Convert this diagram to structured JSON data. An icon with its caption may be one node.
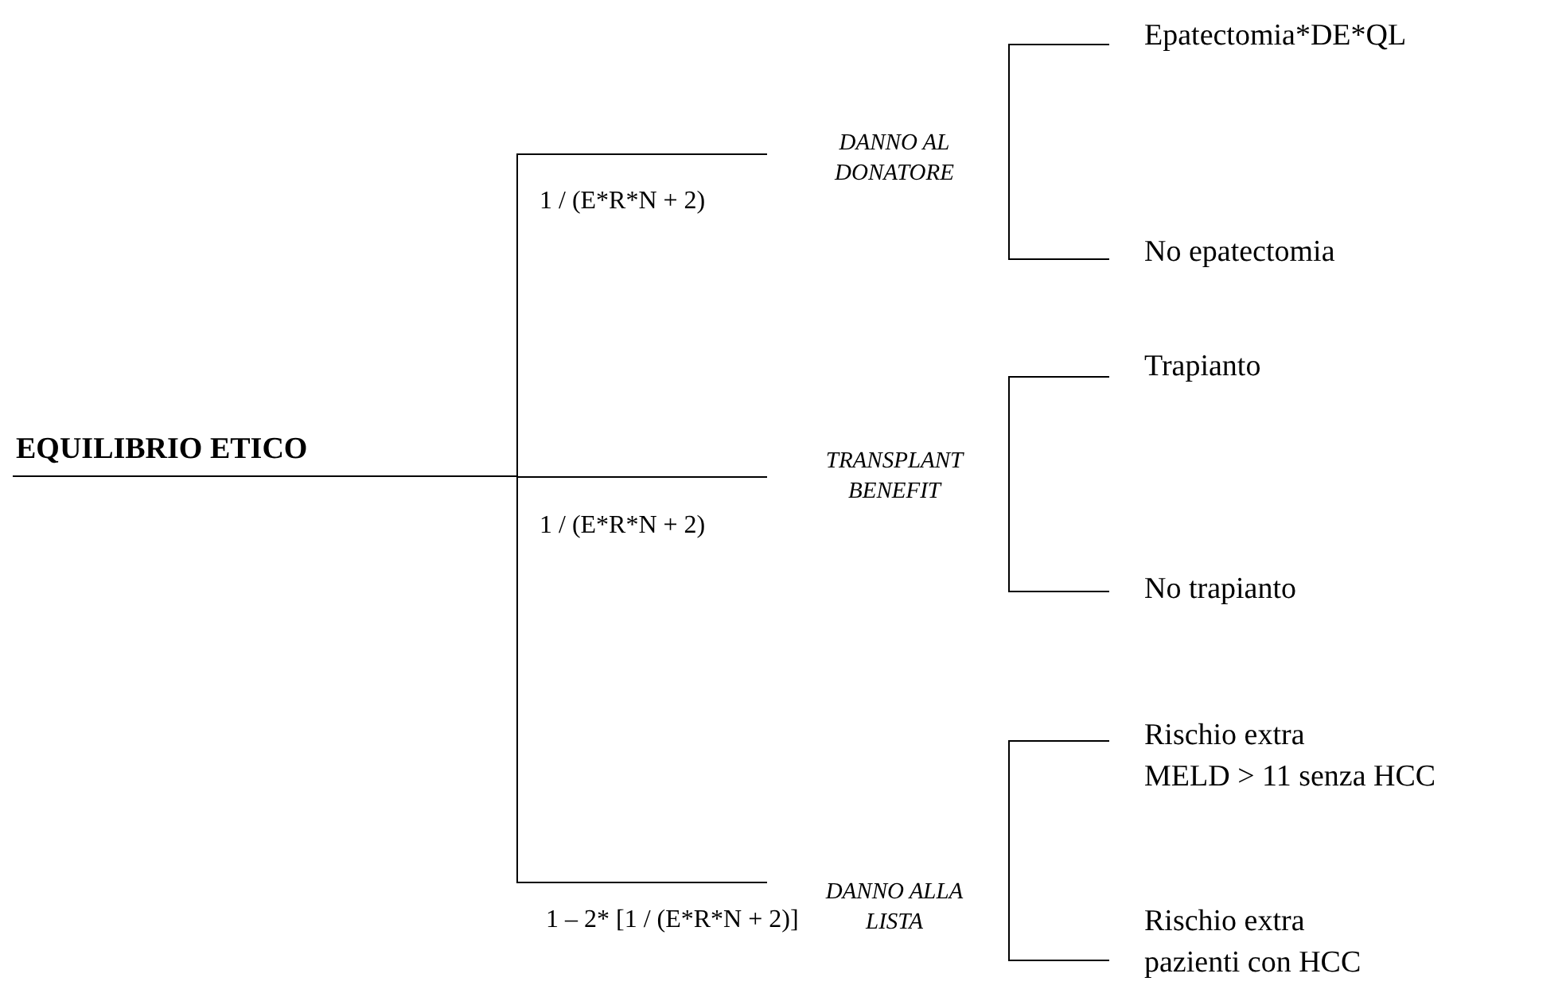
{
  "diagram": {
    "nodes": [
      {
        "text": [
          "EQUILIBRIO ETICO"
        ]
      },
      {
        "text": [
          "DANNO AL DONATORE"
        ]
      },
      {
        "text": [
          "TRANSPLANT BENEFIT"
        ]
      },
      {
        "text": [
          "DANNO ALLA LISTA"
        ]
      },
      {
        "text": [
          "Epatectomia*DE*QL"
        ]
      },
      {
        "text": [
          "No epatectomia"
        ]
      },
      {
        "text": [
          "Trapianto"
        ]
      },
      {
        "text": [
          "No trapianto"
        ]
      },
      {
        "text": [
          "Rischio extra",
          "MELD > 11 senza HCC"
        ]
      },
      {
        "text": [
          "Rischio extra",
          "pazienti con HCC"
        ]
      }
    ],
    "edges": [
      {
        "from": 0,
        "to": 1,
        "arrow": "none",
        "label": "1 / (E*R*N + 2)"
      },
      {
        "from": 0,
        "to": 2,
        "arrow": "none",
        "label": "1 / (E*R*N + 2)"
      },
      {
        "from": 0,
        "to": 3,
        "arrow": "none",
        "label": "1 – 2* [1 / (E*R*N + 2)]"
      },
      {
        "from": 1,
        "to": 4,
        "arrow": "none"
      },
      {
        "from": 1,
        "to": 5,
        "arrow": "none"
      },
      {
        "from": 2,
        "to": 6,
        "arrow": "none"
      },
      {
        "from": 2,
        "to": 7,
        "arrow": "none"
      },
      {
        "from": 3,
        "to": 8,
        "arrow": "none"
      },
      {
        "from": 3,
        "to": 9,
        "arrow": "none"
      }
    ]
  }
}
